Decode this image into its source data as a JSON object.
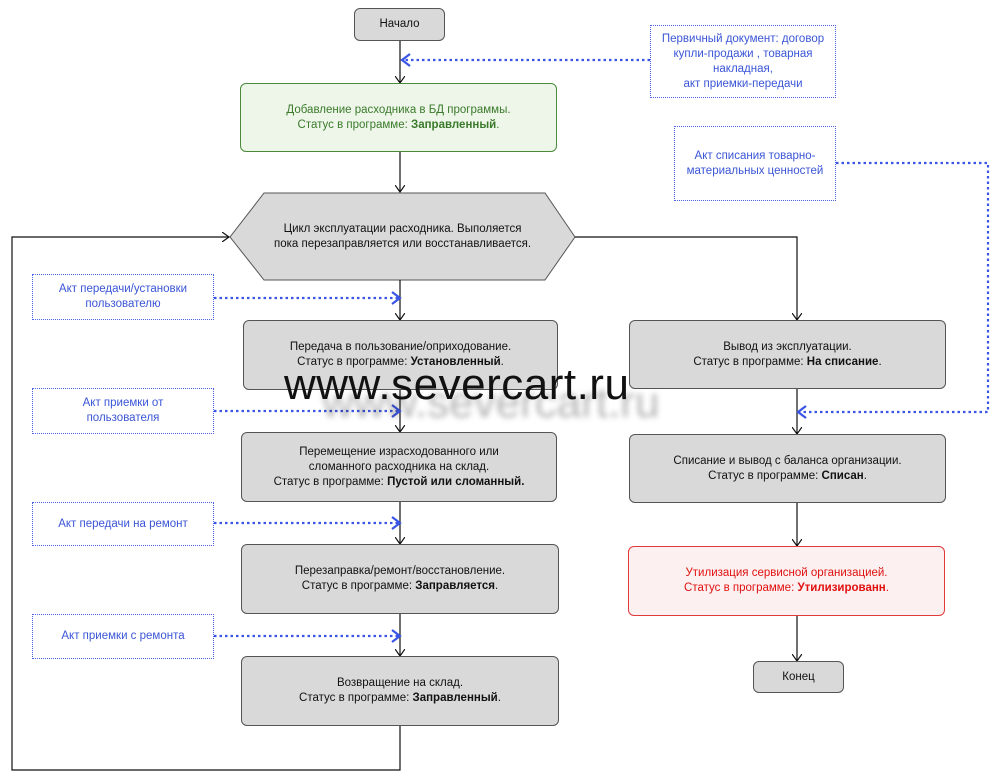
{
  "start": "Начало",
  "end": "Конец",
  "add_node": {
    "line1": "Добавление расходника в БД программы.",
    "status_prefix": "Статус в программе:",
    "status": "Заправленный"
  },
  "cycle_node": {
    "line1": "Цикл эксплуатации расходника. Выполяется",
    "line2": "пока перезаправляется или восстанавливается."
  },
  "issue_node": {
    "line1": "Передача в пользование/оприходование.",
    "status_prefix": "Статус в программе:",
    "status": "Установленный"
  },
  "move_node": {
    "line1": "Перемещение израсходованного или",
    "line2": "сломанного расходника на склад.",
    "status_prefix": "Статус в программе:",
    "status": "Пустой или сломанный."
  },
  "refill_node": {
    "line1": "Перезаправка/ремонт/восстановление.",
    "status_prefix": "Статус в программе:",
    "status": "Заправляется"
  },
  "return_node": {
    "line1": "Возвращение на склад.",
    "status_prefix": "Статус в программе:",
    "status": "Заправленный"
  },
  "decom_node": {
    "line1": "Вывод из эксплуатации.",
    "status_prefix": "Статус в программе:",
    "status": "На списание"
  },
  "writeoff_node": {
    "line1": "Списание и вывод с баланса организации.",
    "status_prefix": "Статус в программе:",
    "status": "Списан"
  },
  "dispose_node": {
    "line1": "Утилизация сервисной организацией.",
    "status_prefix": "Статус в программе:",
    "status": "Утилизированн"
  },
  "docs": {
    "primary": {
      "line1": "Первичный документ: договор",
      "line2": "купли-продажи , товарная",
      "line3": "накладная,",
      "line4": "акт приемки-передачи"
    },
    "writeoff_act": {
      "line1": "Акт списания товарно-",
      "line2": "материальных ценностей"
    },
    "transfer_act": {
      "line1": "Акт передачи/установки",
      "line2": "пользователю"
    },
    "receipt_act": {
      "line1": "Акт приемки от",
      "line2": "пользователя"
    },
    "repair_act": {
      "line1": "Акт передачи на ремонт"
    },
    "repair_receipt_act": {
      "line1": "Акт приемки с ремонта"
    }
  },
  "watermark": "www.severcart.ru",
  "colors": {
    "node_fill": "#d9d9d9",
    "green": "#4a8a3a",
    "red": "#e01010",
    "doc_blue": "#4a63e0"
  }
}
